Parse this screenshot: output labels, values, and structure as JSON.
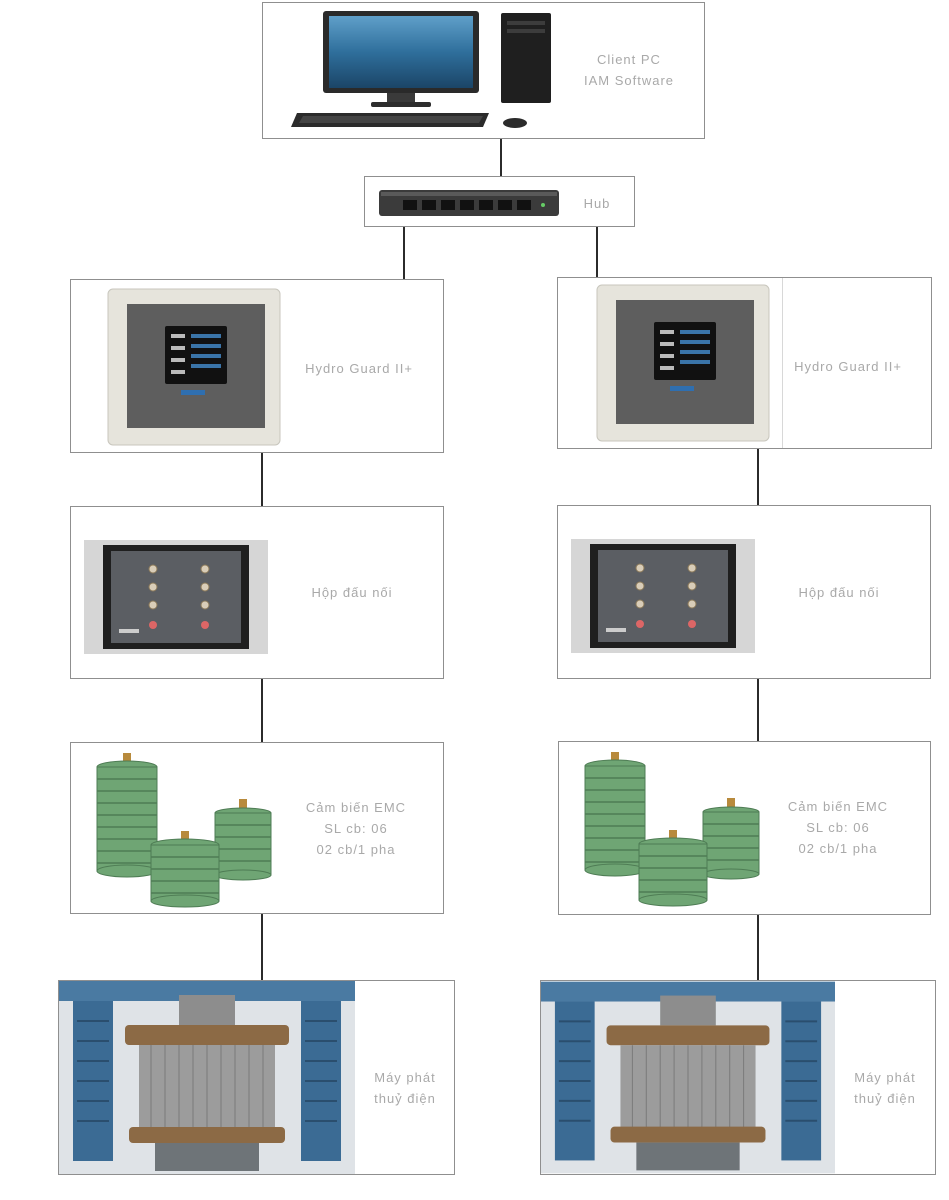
{
  "nodes": {
    "client_pc": {
      "lines": [
        "Client PC",
        "IAM Software"
      ]
    },
    "hub": {
      "label": "Hub"
    },
    "left": {
      "monitor": {
        "label": "Hydro Guard II+"
      },
      "junction": {
        "label": "Hộp đấu nối"
      },
      "sensor": {
        "lines": [
          "Cảm biến EMC",
          "SL cb: 06",
          "02 cb/1 pha"
        ]
      },
      "generator": {
        "lines": [
          "Máy phát",
          "thuỷ điện"
        ]
      }
    },
    "right": {
      "monitor": {
        "label": "Hydro Guard II+"
      },
      "junction": {
        "label": "Hộp đấu nối"
      },
      "sensor": {
        "lines": [
          "Cảm biến EMC",
          "SL cb: 06",
          "02 cb/1 pha"
        ]
      },
      "generator": {
        "lines": [
          "Máy phát",
          "thuỷ điện"
        ]
      }
    }
  },
  "icons": {
    "pc": "desktop-computer",
    "hub": "network-switch",
    "monitor": "monitoring-panel",
    "junction": "junction-box",
    "sensor": "emc-sensors",
    "generator": "hydro-generator"
  },
  "colors": {
    "border": "#8f8f8f",
    "connector": "#2b2b2b",
    "label": "#a9a9a9",
    "sensor_green": "#6fa574"
  }
}
